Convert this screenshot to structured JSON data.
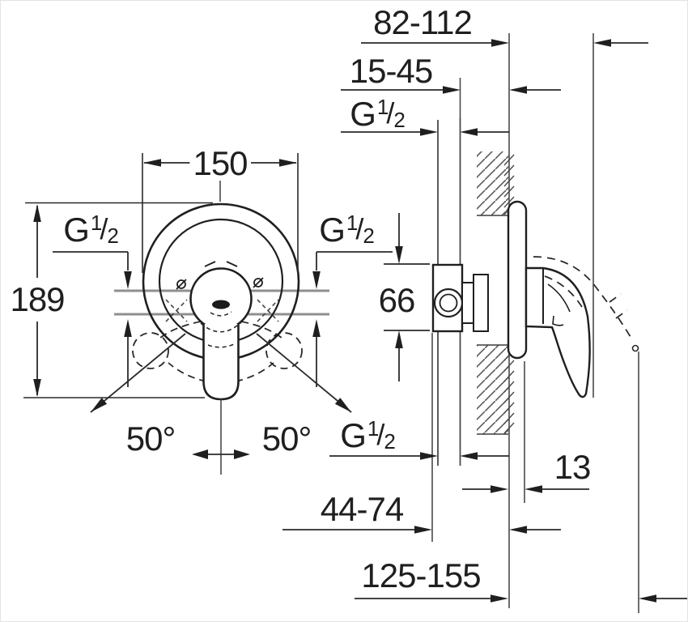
{
  "labels": {
    "thread": {
      "g": "G",
      "num": "1",
      "sep": "/",
      "den": "2"
    },
    "front": {
      "diameter": "150",
      "height": "189",
      "swing_left": "50°",
      "swing_right": "50°"
    },
    "side": {
      "wall_to_handle": "82-112",
      "plaster_depth": "15-45",
      "body_height": "66",
      "escutcheon_depth": "13",
      "body_to_wall": "44-74",
      "max_projection": "125-155"
    }
  },
  "colors": {
    "line": "#1f1f1f",
    "dim": "#2a2a2a",
    "pipe": "#8f8f8f",
    "hatch": "#5a5a5a",
    "background": "#ffffff"
  }
}
